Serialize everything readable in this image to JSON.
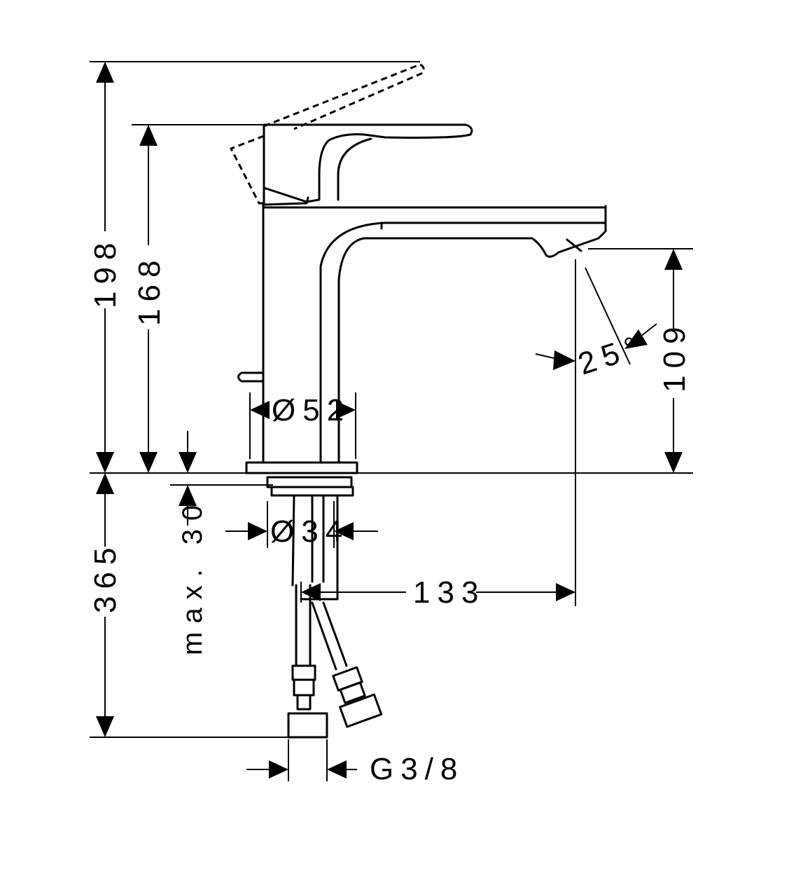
{
  "dimensions": {
    "total_height": "198",
    "lever_height": "168",
    "spout_height": "109",
    "spray_angle": "25°",
    "body_diameter": "Ø52",
    "hole_diameter": "Ø34",
    "spout_reach": "133",
    "below_counter": "365",
    "max_thickness": "max. 30",
    "connection": "G3/8"
  }
}
